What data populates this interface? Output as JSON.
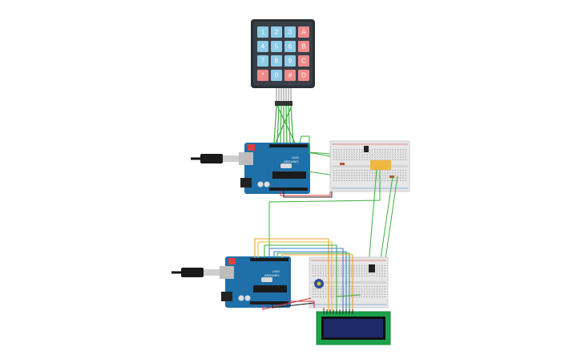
{
  "keypad": {
    "keys": [
      [
        "1",
        "2",
        "3",
        "A"
      ],
      [
        "4",
        "5",
        "6",
        "B"
      ],
      [
        "7",
        "8",
        "9",
        "C"
      ],
      [
        "*",
        "0",
        "#",
        "D"
      ]
    ],
    "digit_color": "#8ecbe6",
    "letter_color": "#ef8a8a",
    "body_color": "#2b2f36"
  },
  "boards": [
    {
      "model": "UNO",
      "brand": "ARDUINO"
    },
    {
      "model": "UNO",
      "brand": "ARDUINO"
    }
  ],
  "colors": {
    "board": "#1f6fa8",
    "breadboard": "#e6e6e6",
    "lcd_pcb": "#1aa34a",
    "lcd_screen": "#1f2a6b",
    "wire_green": "#3fae3f",
    "wire_red": "#d33",
    "wire_orange": "#f0a030",
    "wire_yellow": "#e6c22e",
    "wire_blue": "#3a7fd0",
    "wire_black": "#222"
  }
}
